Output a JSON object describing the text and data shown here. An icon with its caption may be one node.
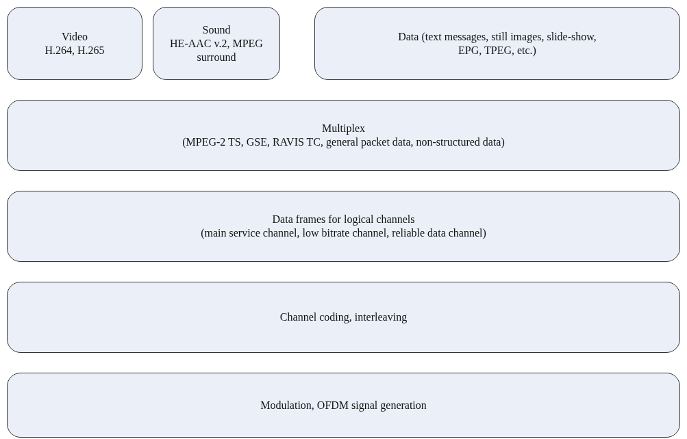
{
  "diagram": {
    "nodes": [
      {
        "text": [
          "Video",
          "H.264, H.265"
        ]
      },
      {
        "text": [
          "Sound",
          "HE-AAC v.2, MPEG surround"
        ]
      },
      {
        "text": [
          "Data (text messages, still images, slide-show, EPG, TPEG, etc.)"
        ]
      },
      {
        "text": [
          "Multiplex",
          "(MPEG-2 TS, GSE, RAVIS TC, general packet data, non-structured data)"
        ]
      },
      {
        "text": [
          "Data frames for logical channels",
          "(main service channel, low bitrate channel, reliable data channel)"
        ]
      },
      {
        "text": [
          "Channel coding, interleaving"
        ]
      },
      {
        "text": [
          "Modulation, OFDM signal generation"
        ]
      }
    ],
    "edges": []
  }
}
